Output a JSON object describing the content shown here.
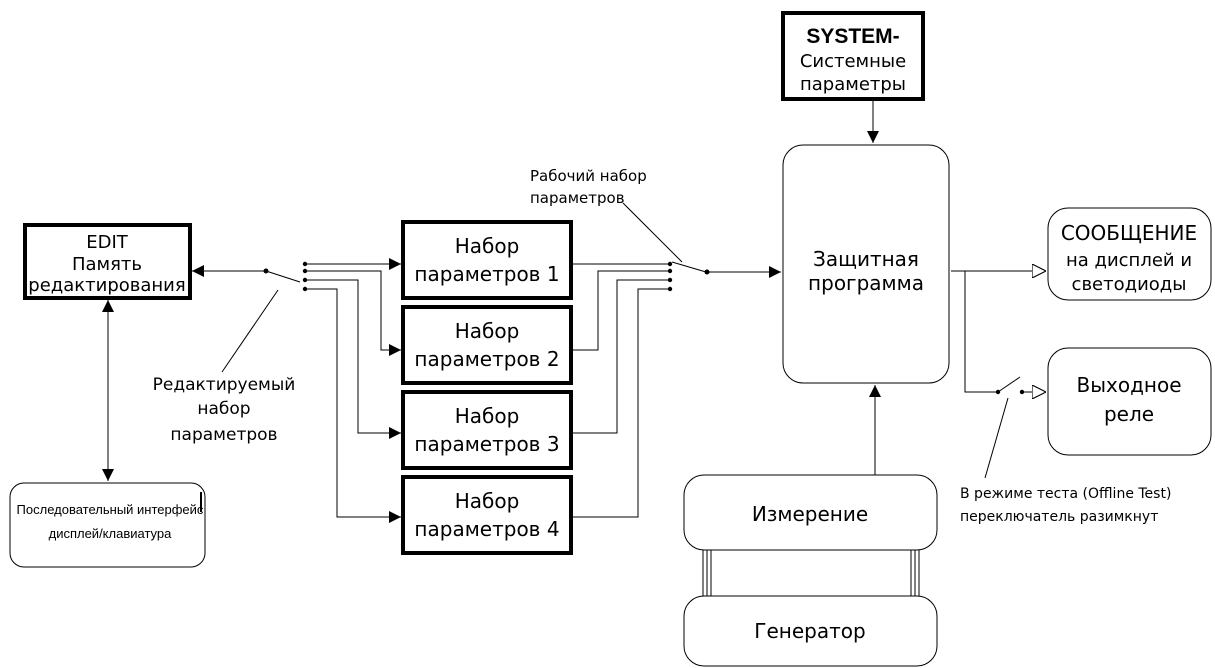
{
  "system_box": {
    "line1": "SYSTEM-",
    "line2": "Системные",
    "line3": "параметры"
  },
  "edit_box": {
    "line1": "EDIT",
    "line2": "Память",
    "line3": "редактирования"
  },
  "param_sets": [
    {
      "line1": "Набор",
      "line2": "параметров 1"
    },
    {
      "line1": "Набор",
      "line2": "параметров 2"
    },
    {
      "line1": "Набор",
      "line2": "параметров 3"
    },
    {
      "line1": "Набор",
      "line2": "параметров 4"
    }
  ],
  "protection_box": {
    "line1": "Защитная",
    "line2": "программа"
  },
  "message_box": {
    "line1": "СООБЩЕНИЕ",
    "line2": "на дисплей и",
    "line3": "светодиоды"
  },
  "relay_box": {
    "line1": "Выходное",
    "line2": "реле"
  },
  "measure_box": {
    "label": "Измерение"
  },
  "generator_box": {
    "label": "Генератор"
  },
  "interface_box": {
    "line1": "Последовательный интерфейс",
    "line2": "дисплей/клавиатура"
  },
  "labels": {
    "working_set_line1": "Рабочий набор",
    "working_set_line2": "параметров",
    "edited_set_line1": "Редактируемый",
    "edited_set_line2": "набор",
    "edited_set_line3": "параметров",
    "test_note_line1": "В режиме теста (Offline Test)",
    "test_note_line2": "переключатель разимкнут"
  }
}
